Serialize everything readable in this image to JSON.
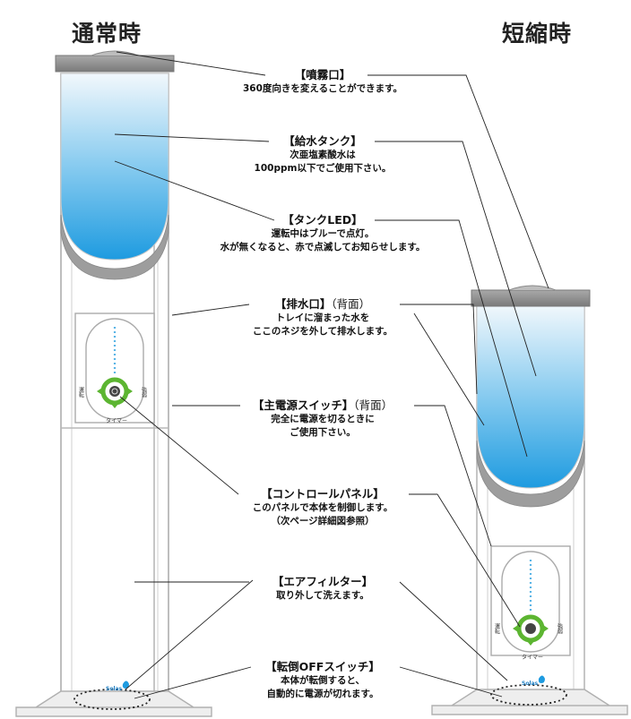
{
  "headings": {
    "normal": "通常時",
    "short": "短縮時"
  },
  "callouts": {
    "nozzle": {
      "title": "【噴霧口】",
      "desc1": "360度向きを変えることができます。"
    },
    "tank": {
      "title": "【給水タンク】",
      "desc1": "次亜塩素酸水は",
      "desc2": "100ppm以下でご使用下さい。"
    },
    "led": {
      "title": "【タンクLED】",
      "desc1": "運転中はブルーで点灯。",
      "desc2": "水が無くなると、赤で点滅してお知らせします。"
    },
    "drain": {
      "title": "【排水口】",
      "back": "（背面）",
      "desc1": "トレイに溜まった水を",
      "desc2": "ここのネジを外して排水します。"
    },
    "power": {
      "title": "【主電源スイッチ】",
      "back": "（背面）",
      "desc1": "完全に電源を切るときに",
      "desc2": "ご使用下さい。"
    },
    "panel": {
      "title": "【コントロールパネル】",
      "desc1": "このパネルで本体を制御します。",
      "desc2": "（次ページ詳細図参照）"
    },
    "filter": {
      "title": "【エアフィルター】",
      "desc1": "取り外して洗えます。"
    },
    "tilt": {
      "title": "【転倒OFFスイッチ】",
      "desc1": "本体が転倒すると、",
      "desc2": "自動的に電源が切れます。"
    }
  },
  "panel_labels": {
    "left": "運転",
    "right": "強弱",
    "bottom": "タイマー",
    "logo": "Solas"
  },
  "colors": {
    "tank_top": "#e8f4fb",
    "tank_bottom": "#1e9be0",
    "cap": "#8f8f8f",
    "body_stroke": "#b8b8b8",
    "ring": "#5cb531",
    "dots": "#5ab4e6"
  }
}
